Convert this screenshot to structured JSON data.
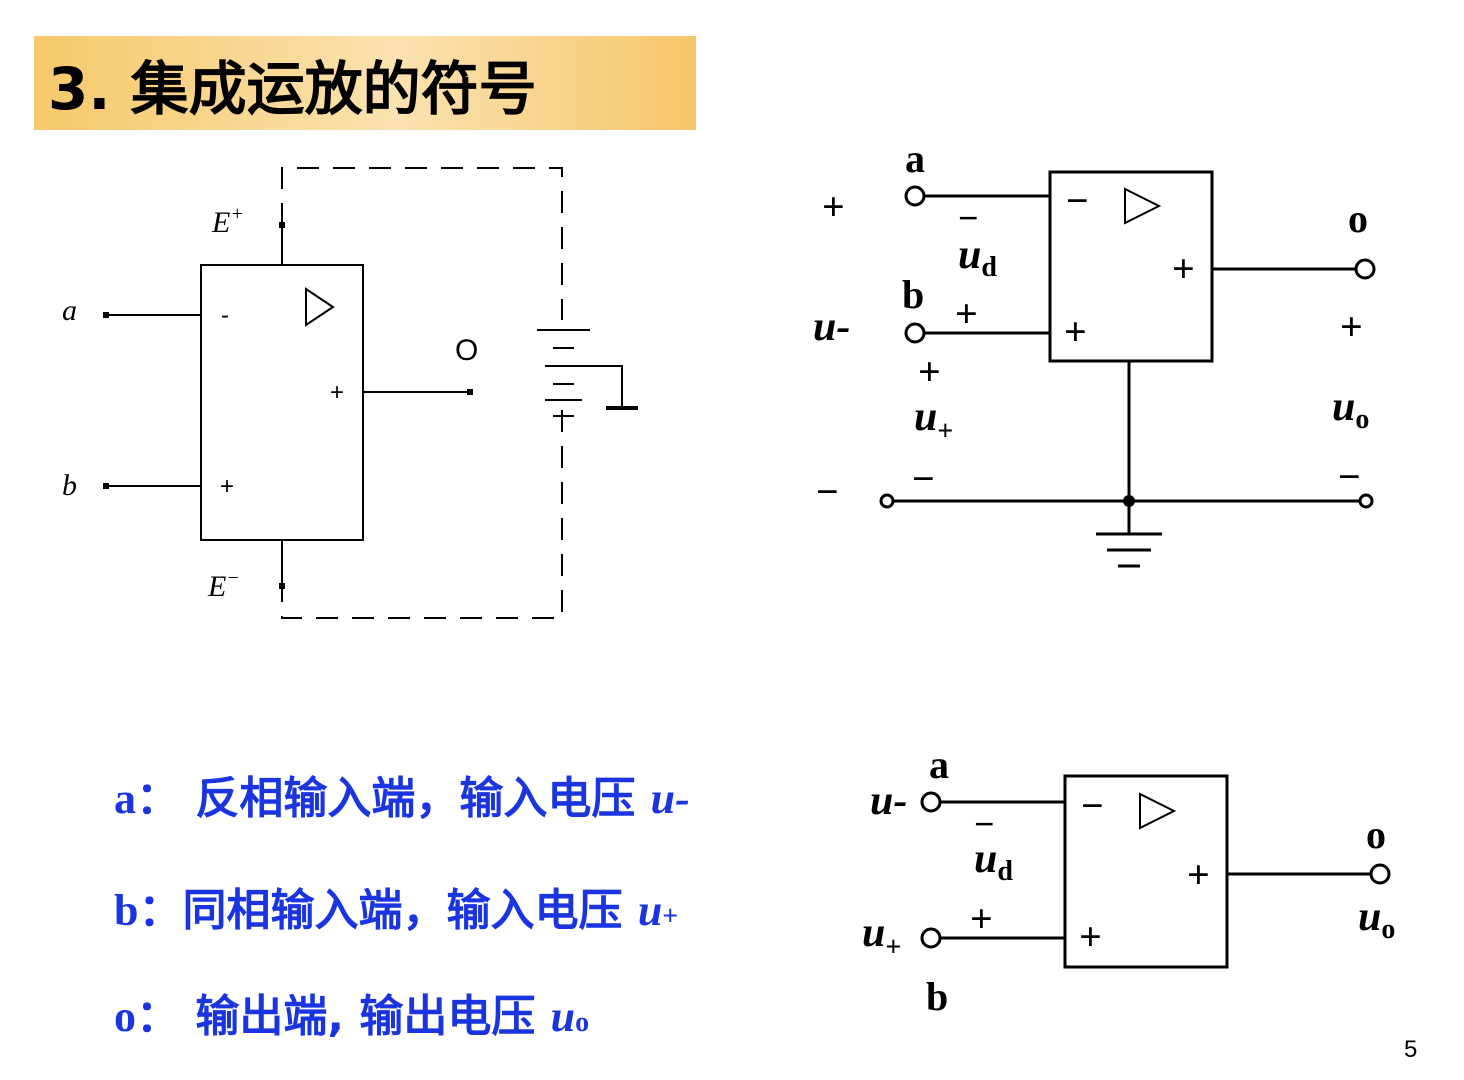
{
  "title": "3. 集成运放的符号",
  "page_number": "5",
  "diagram1": {
    "e_plus": "E",
    "e_plus_sup": "+",
    "e_minus": "E",
    "e_minus_sup": "−",
    "node_a": "a",
    "node_b": "b",
    "node_o": "O",
    "minus_sign": "-",
    "plus_sign": "+",
    "out_plus": "+"
  },
  "diagram2": {
    "node_a": "a",
    "node_b": "b",
    "node_o": "o",
    "left_plus_top": "+",
    "left_minus_bottom": "−",
    "u_minus": "u-",
    "ud": "u",
    "ud_sub": "d",
    "ud_minus": "−",
    "ud_plus": "+",
    "u_plus": "u",
    "u_plus_sub": "+",
    "u_plus_sign": "+",
    "u_plus_minus": "−",
    "inv_in_sign": "−",
    "noninv_in_sign": "+",
    "out_sign": "+",
    "uo_plus": "+",
    "uo": "u",
    "uo_sub": "o",
    "uo_minus": "−"
  },
  "diagram3": {
    "node_a": "a",
    "node_b": "b",
    "node_o": "o",
    "u_minus": "u-",
    "u_plus": "u",
    "u_plus_sub": "+",
    "ud": "u",
    "ud_sub": "d",
    "ud_minus": "−",
    "ud_plus": "+",
    "inv_in_sign": "−",
    "noninv_in_sign": "+",
    "out_sign": "+",
    "uo": "u",
    "uo_sub": "o"
  },
  "legend": [
    {
      "key": "a：",
      "text": " 反相输入端，输入电压 ",
      "var": "u-",
      "sub": ""
    },
    {
      "key": "b：",
      "text": "同相输入端，输入电压 ",
      "var": "u",
      "sub": "+"
    },
    {
      "key": "o：",
      "text": " 输出端, 输出电压  ",
      "var": "u",
      "sub": "o"
    }
  ]
}
